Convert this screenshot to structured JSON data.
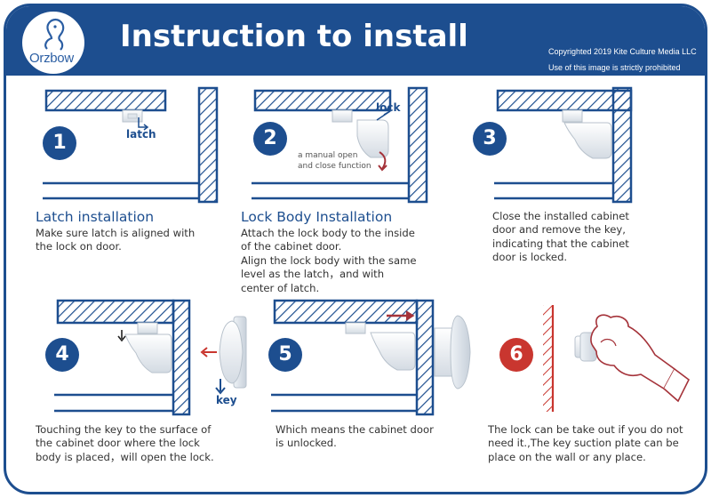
{
  "header": {
    "brand": "Orzbow",
    "title": "Instruction to install",
    "copyright_line1": "Copyrighted 2019 Kite Culture Media LLC",
    "copyright_line2": "Use of this image is strictly prohibited"
  },
  "colors": {
    "primary": "#1d4e8f",
    "accent_red": "#c9362f"
  },
  "steps": [
    {
      "number": "1",
      "heading": "Latch installation",
      "lines": [
        "Make sure latch is aligned with",
        "the lock on door."
      ],
      "labels": [
        "latch"
      ]
    },
    {
      "number": "2",
      "heading": "Lock Body Installation",
      "lines": [
        "Attach the lock body to the inside",
        "of the cabinet door.",
        "Align the lock body with the same",
        "level as the latch，and with",
        "center of latch."
      ],
      "labels": [
        "lock"
      ],
      "note_lines": [
        "a manual open",
        "and close function"
      ]
    },
    {
      "number": "3",
      "lines": [
        "Close the installed cabinet",
        "door  and remove the key,",
        "indicating that the  cabinet",
        "door is locked."
      ]
    },
    {
      "number": "4",
      "lines": [
        "Touching the key to the surface of",
        "the cabinet door where the lock",
        "body is placed，will open the lock."
      ],
      "labels": [
        "key"
      ]
    },
    {
      "number": "5",
      "lines": [
        "Which means the cabinet door",
        "is unlocked."
      ]
    },
    {
      "number": "6",
      "lines": [
        "The lock can be take out if you do not",
        "need it.,The key suction plate can be",
        "place on the wall or any place."
      ]
    }
  ]
}
